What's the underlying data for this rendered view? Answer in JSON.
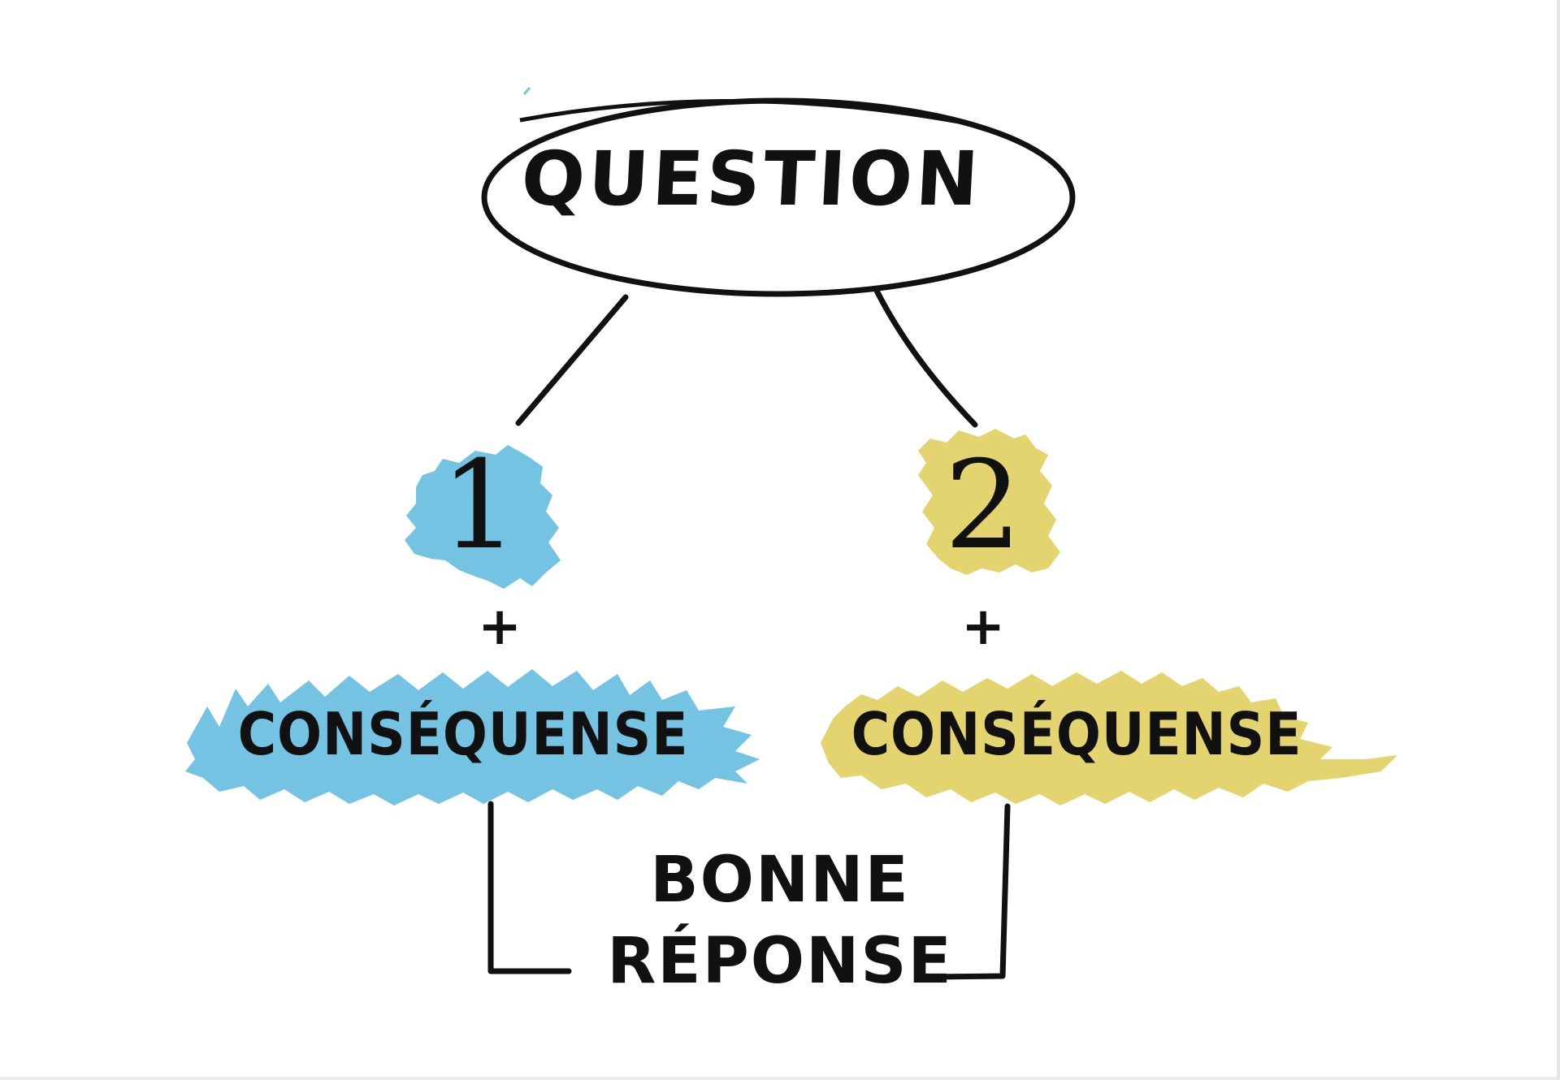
{
  "question": {
    "label": "QUESTION"
  },
  "options": [
    {
      "number": "1",
      "plus": "+",
      "consequence": "CONSÉQUENSE",
      "highlight_color": "#74c3e3"
    },
    {
      "number": "2",
      "plus": "+",
      "consequence": "CONSÉQUENSE",
      "highlight_color": "#e3d46f"
    }
  ],
  "answer": {
    "line1": "BONNE",
    "line2": "RÉPONSE"
  },
  "colors": {
    "ink": "#111111",
    "background": "#ffffff"
  }
}
